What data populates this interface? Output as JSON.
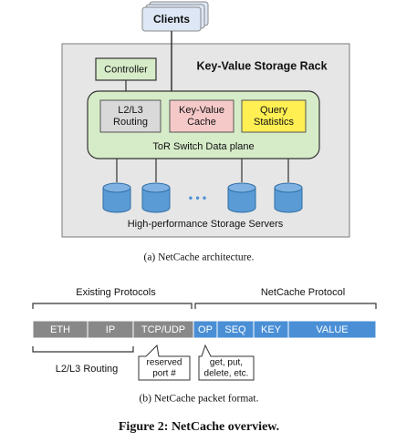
{
  "colors": {
    "rack_fill": "#e6e6e6",
    "controller_fill": "#d6ecc8",
    "switch_fill": "#d6ecc8",
    "routing_fill": "#d9d9d9",
    "cache_fill": "#f6c9c9",
    "stats_fill": "#ffef52",
    "clients_fill": "#dde7f5",
    "server_fill": "#5b9bd5",
    "proto_gray": "#888888",
    "proto_blue": "#4a8fd6"
  },
  "diagram_a": {
    "clients_label": "Clients",
    "rack_title": "Key-Value Storage Rack",
    "controller_label": "Controller",
    "routing_label_1": "L2/L3",
    "routing_label_2": "Routing",
    "cache_label_1": "Key-Value",
    "cache_label_2": "Cache",
    "stats_label_1": "Query",
    "stats_label_2": "Statistics",
    "switch_label": "ToR Switch Data plane",
    "ellipsis": "•••",
    "servers_label": "High-performance Storage Servers",
    "caption": "(a) NetCache architecture."
  },
  "diagram_b": {
    "existing_label": "Existing Protocols",
    "netcache_label": "NetCache Protocol",
    "fields": [
      "ETH",
      "IP",
      "TCP/UDP",
      "OP",
      "SEQ",
      "KEY",
      "VALUE"
    ],
    "routing_label": "L2/L3 Routing",
    "reserved_label_1": "reserved",
    "reserved_label_2": "port #",
    "ops_label_1": "get, put,",
    "ops_label_2": "delete, etc.",
    "caption": "(b) NetCache packet format."
  },
  "figure_title": "Figure 2: NetCache overview."
}
